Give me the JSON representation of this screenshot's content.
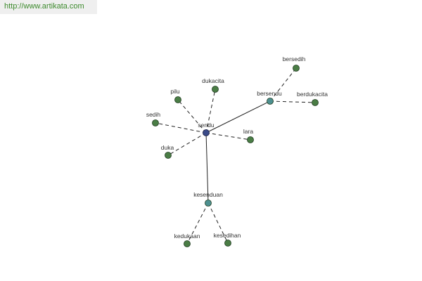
{
  "header": {
    "url": "http://www.artikata.com"
  },
  "colors": {
    "leaf": "#4a7d45",
    "root": "#3a4a88",
    "hub": "#4d9090",
    "edge": "#222222"
  },
  "nodes": {
    "sendu": "sendu",
    "bersendu": "bersendu",
    "bersedih": "bersedih",
    "berdukacita": "berdukacita",
    "dukacita": "dukacita",
    "pilu": "pilu",
    "sedih": "sedih",
    "duka": "duka",
    "lara": "lara",
    "kesenduan": "kesenduan",
    "kedukaan": "kedukaan",
    "kesedihan": "kesedihan"
  }
}
